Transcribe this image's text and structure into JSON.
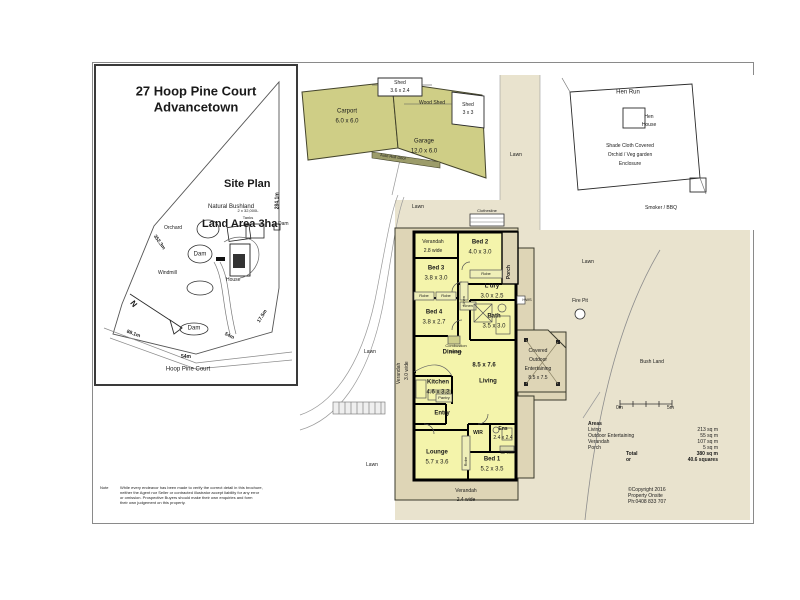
{
  "document": {
    "title_line1": "27 Hoop Pine Court",
    "title_line2": "Advancetown",
    "site_plan_heading": "Site Plan",
    "site_plan_sub": "Natural Bushland",
    "land_area": "Land Area 3ha"
  },
  "site_plan": {
    "compass": "N",
    "boundaries": [
      {
        "label": "352.3m"
      },
      {
        "label": "284.1m"
      },
      {
        "label": "17.5m"
      },
      {
        "label": "54m"
      },
      {
        "label": "88.1m"
      },
      {
        "label": "54m"
      }
    ],
    "street": "Hoop Pine Court",
    "features": [
      {
        "label": "Orchard"
      },
      {
        "label": "Dam"
      },
      {
        "label": "Dam"
      },
      {
        "label": "Dam"
      },
      {
        "label": "Windmill"
      },
      {
        "label": "House"
      },
      {
        "label": "2 x 32,000L\nTanks"
      }
    ],
    "tanks_label_line1": "2 x 32,000L",
    "tanks_label_line2": "Tanks"
  },
  "outbuildings": {
    "carport": {
      "name": "Carport",
      "dims": "6.0 x 6.0"
    },
    "garage": {
      "name": "Garage",
      "dims": "12.0 x 6.0"
    },
    "shed": {
      "name": "Shed",
      "dims": "3.6 x 2.4"
    },
    "wood_shed": {
      "name": "Wood Shed"
    },
    "small_shed": {
      "name": "Shed",
      "dims": "3 x 3"
    },
    "auto_roll_door": {
      "name": "Auto Roll Door"
    }
  },
  "enclosure": {
    "hen_run": "Hen Run",
    "hen_house_line1": "Hen",
    "hen_house_line2": "House",
    "shade_line1": "Shade Cloth Covered",
    "shade_line2": "Orchid / Veg garden",
    "shade_line3": "Enclosure",
    "smoker": "Smoker / BBQ"
  },
  "grounds": {
    "lawn": "Lawn",
    "fire_pit": "Fire Pit",
    "bush_land": "Bush Land",
    "clothesline": "Clothesline"
  },
  "floor_plan": {
    "rooms": [
      {
        "name": "Bed 2",
        "dims": "4.0 x 3.0"
      },
      {
        "name": "Bed 3",
        "dims": "3.8 x 3.0"
      },
      {
        "name": "Bed 4",
        "dims": "3.8 x 2.7"
      },
      {
        "name": "Bed 1",
        "dims": "5.2 x 3.5"
      },
      {
        "name": "L'dry",
        "dims": "3.0 x 2.5"
      },
      {
        "name": "Bath",
        "dims": "3.5 x 3.0"
      },
      {
        "name": "Kitchen",
        "dims": "4.6 x 3.3"
      },
      {
        "name": "Lounge",
        "dims": "5.7 x 3.6"
      },
      {
        "name": "Ens",
        "dims": "2.4 x 2.4"
      }
    ],
    "living": {
      "name": "Living",
      "dims": "8.5 x 7.6"
    },
    "dining": {
      "name": "Dining"
    },
    "entry": {
      "name": "Entry"
    },
    "wir": {
      "name": "WIR"
    },
    "robe": "Robe",
    "linen": "Linen",
    "pantry": "Pantry",
    "hws": "HWS",
    "combustion_line1": "Combustion",
    "combustion_line2": "Heater",
    "aircond": "Air cond",
    "porch": "Porch",
    "verandah_left_line1": "Verandah",
    "verandah_left_line2": "3.0 wide",
    "verandah_top_line1": "Verandah",
    "verandah_top_line2": "2.8 wide",
    "verandah_bottom_line1": "Verandah",
    "verandah_bottom_line2": "2.4 wide",
    "outdoor_line1": "Covered",
    "outdoor_line2": "Outdoor",
    "outdoor_line3": "Entertaining",
    "outdoor_dims": "8.5 x 7.5"
  },
  "areas": {
    "heading": "Areas",
    "rows": [
      {
        "label": "Living",
        "value": "213 sq m"
      },
      {
        "label": "Outdoor Entertaining",
        "value": "55 sq m"
      },
      {
        "label": "Verandah",
        "value": "107 sq m"
      },
      {
        "label": "Porch",
        "value": "5 sq m"
      }
    ],
    "total_label": "Total",
    "total_value": "380 sq m",
    "or_label": "or",
    "or_value": "40.6 squares"
  },
  "scale": {
    "zero": "0m",
    "five": "5m"
  },
  "copyright": {
    "line1": "©Copyright 2016",
    "line2": "Property Onsite",
    "line3": "Ph:0408 833 707"
  },
  "note": {
    "label": "Note",
    "line1": "While every endeavor has been made to verify the correct detail in this brochure,",
    "line2": "neither the Agent nor Seller or contracted illustrator accept liability for any error",
    "line3": "or omission. Prospective Buyers should make their own enquiries and form",
    "line4": "their own judgement on this property."
  }
}
